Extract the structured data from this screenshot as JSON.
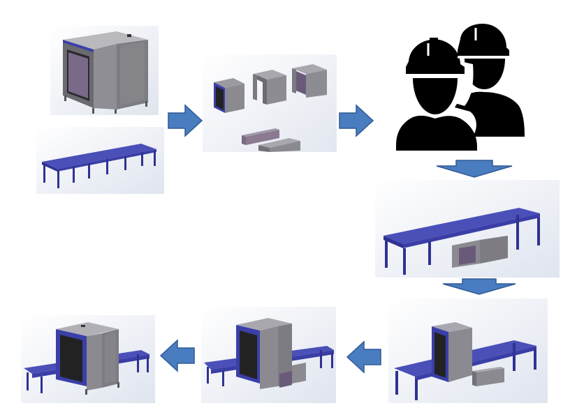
{
  "diagram": {
    "description_free": true,
    "steps": [
      {
        "id": "step-1-xray-machine",
        "icon": "xray-scanner-illustration"
      },
      {
        "id": "step-1-conveyor-table",
        "icon": "conveyor-table-illustration"
      },
      {
        "id": "step-2-disassembled-modules",
        "icon": "disassembled-modules-illustration"
      },
      {
        "id": "step-3-workers",
        "icon": "workers-hardhat-icon"
      },
      {
        "id": "step-4-table-with-modules",
        "icon": "table-with-modules-illustration"
      },
      {
        "id": "step-5-partial-assembly",
        "icon": "partial-assembly-illustration"
      },
      {
        "id": "step-6-near-complete",
        "icon": "near-complete-assembly-illustration"
      },
      {
        "id": "step-7-complete",
        "icon": "complete-assembly-illustration"
      }
    ],
    "colors": {
      "arrow": "#4a7cc0",
      "arrow_edge": "#2f5a94",
      "table_top": "#4b4fb8",
      "machine_body": "#8a8a8e",
      "panel_bg": "#e9ecf2",
      "workers": "#000000"
    }
  }
}
